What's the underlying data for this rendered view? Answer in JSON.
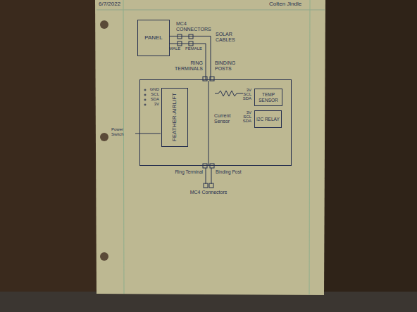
{
  "diagram": {
    "nodes": [
      {
        "text": [
          "PANEL"
        ]
      },
      {
        "text": [
          "Current Sensor"
        ]
      },
      {
        "text": [
          "FEATHER-AIRLIFT"
        ],
        "in": 1
      },
      {
        "text": [
          "TEMP SENSOR"
        ],
        "in": 1
      },
      {
        "text": [
          "I2C RELAY"
        ],
        "in": 1
      }
    ],
    "edges": [
      {
        "from": 0,
        "to": 1,
        "arrow": "none"
      }
    ],
    "labels": [
      "6/7/2022",
      "Colten Jindle",
      "MC4 CONNECTORS",
      "MALE",
      "FEMALE",
      "SOLAR CABLES",
      "RING TERMINALS",
      "BINDING POSTS",
      "GND",
      "SCL",
      "SDA",
      "3V",
      "Power Switch",
      "3V",
      "SCL",
      "SDA",
      "3V",
      "SCL",
      "SDA",
      "Ring Terminal",
      "Binding Post",
      "MC4 Connectors"
    ]
  }
}
